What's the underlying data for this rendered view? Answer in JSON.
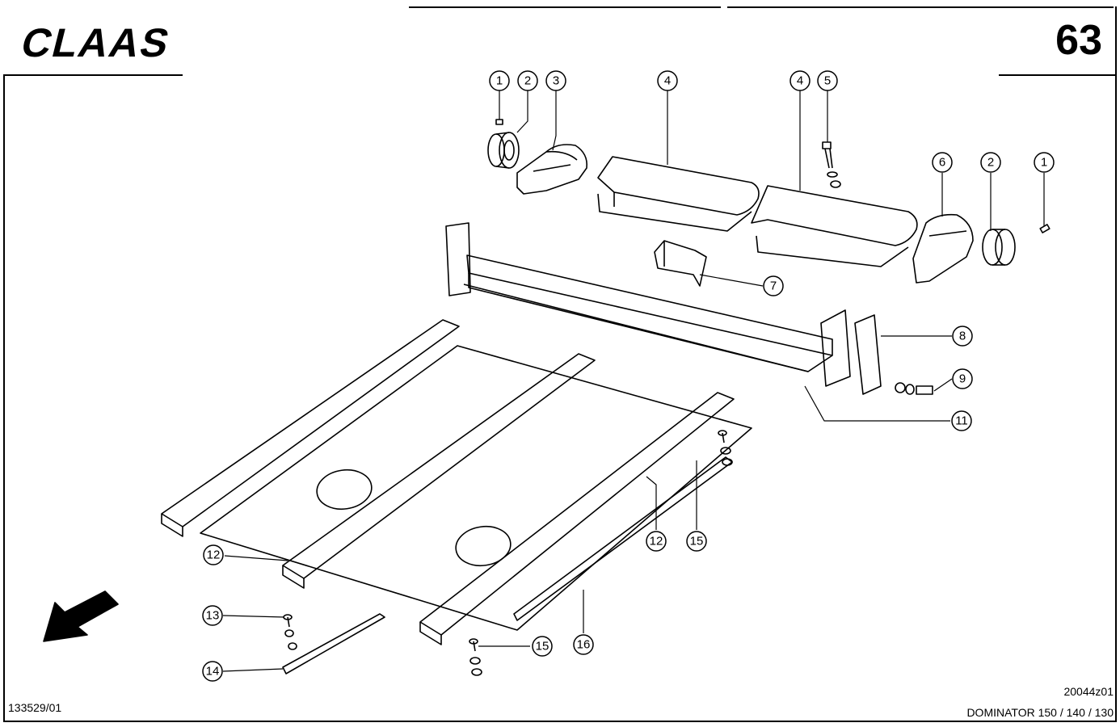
{
  "header": {
    "brand": "CLAAS",
    "page_number": "63"
  },
  "footer": {
    "drawing_number": "133529/01",
    "image_code": "20044z01",
    "model": "DOMINATOR 150 / 140 / 130"
  },
  "callouts": [
    {
      "id": "c1a",
      "label": "1"
    },
    {
      "id": "c2a",
      "label": "2"
    },
    {
      "id": "c3",
      "label": "3"
    },
    {
      "id": "c4a",
      "label": "4"
    },
    {
      "id": "c4b",
      "label": "4"
    },
    {
      "id": "c5",
      "label": "5"
    },
    {
      "id": "c6",
      "label": "6"
    },
    {
      "id": "c2b",
      "label": "2"
    },
    {
      "id": "c1b",
      "label": "1"
    },
    {
      "id": "c7",
      "label": "7"
    },
    {
      "id": "c8",
      "label": "8"
    },
    {
      "id": "c9",
      "label": "9"
    },
    {
      "id": "c11",
      "label": "11"
    },
    {
      "id": "c12a",
      "label": "12"
    },
    {
      "id": "c12b",
      "label": "12"
    },
    {
      "id": "c15a",
      "label": "15"
    },
    {
      "id": "c13",
      "label": "13"
    },
    {
      "id": "c14",
      "label": "14"
    },
    {
      "id": "c15b",
      "label": "15"
    },
    {
      "id": "c16",
      "label": "16"
    }
  ]
}
